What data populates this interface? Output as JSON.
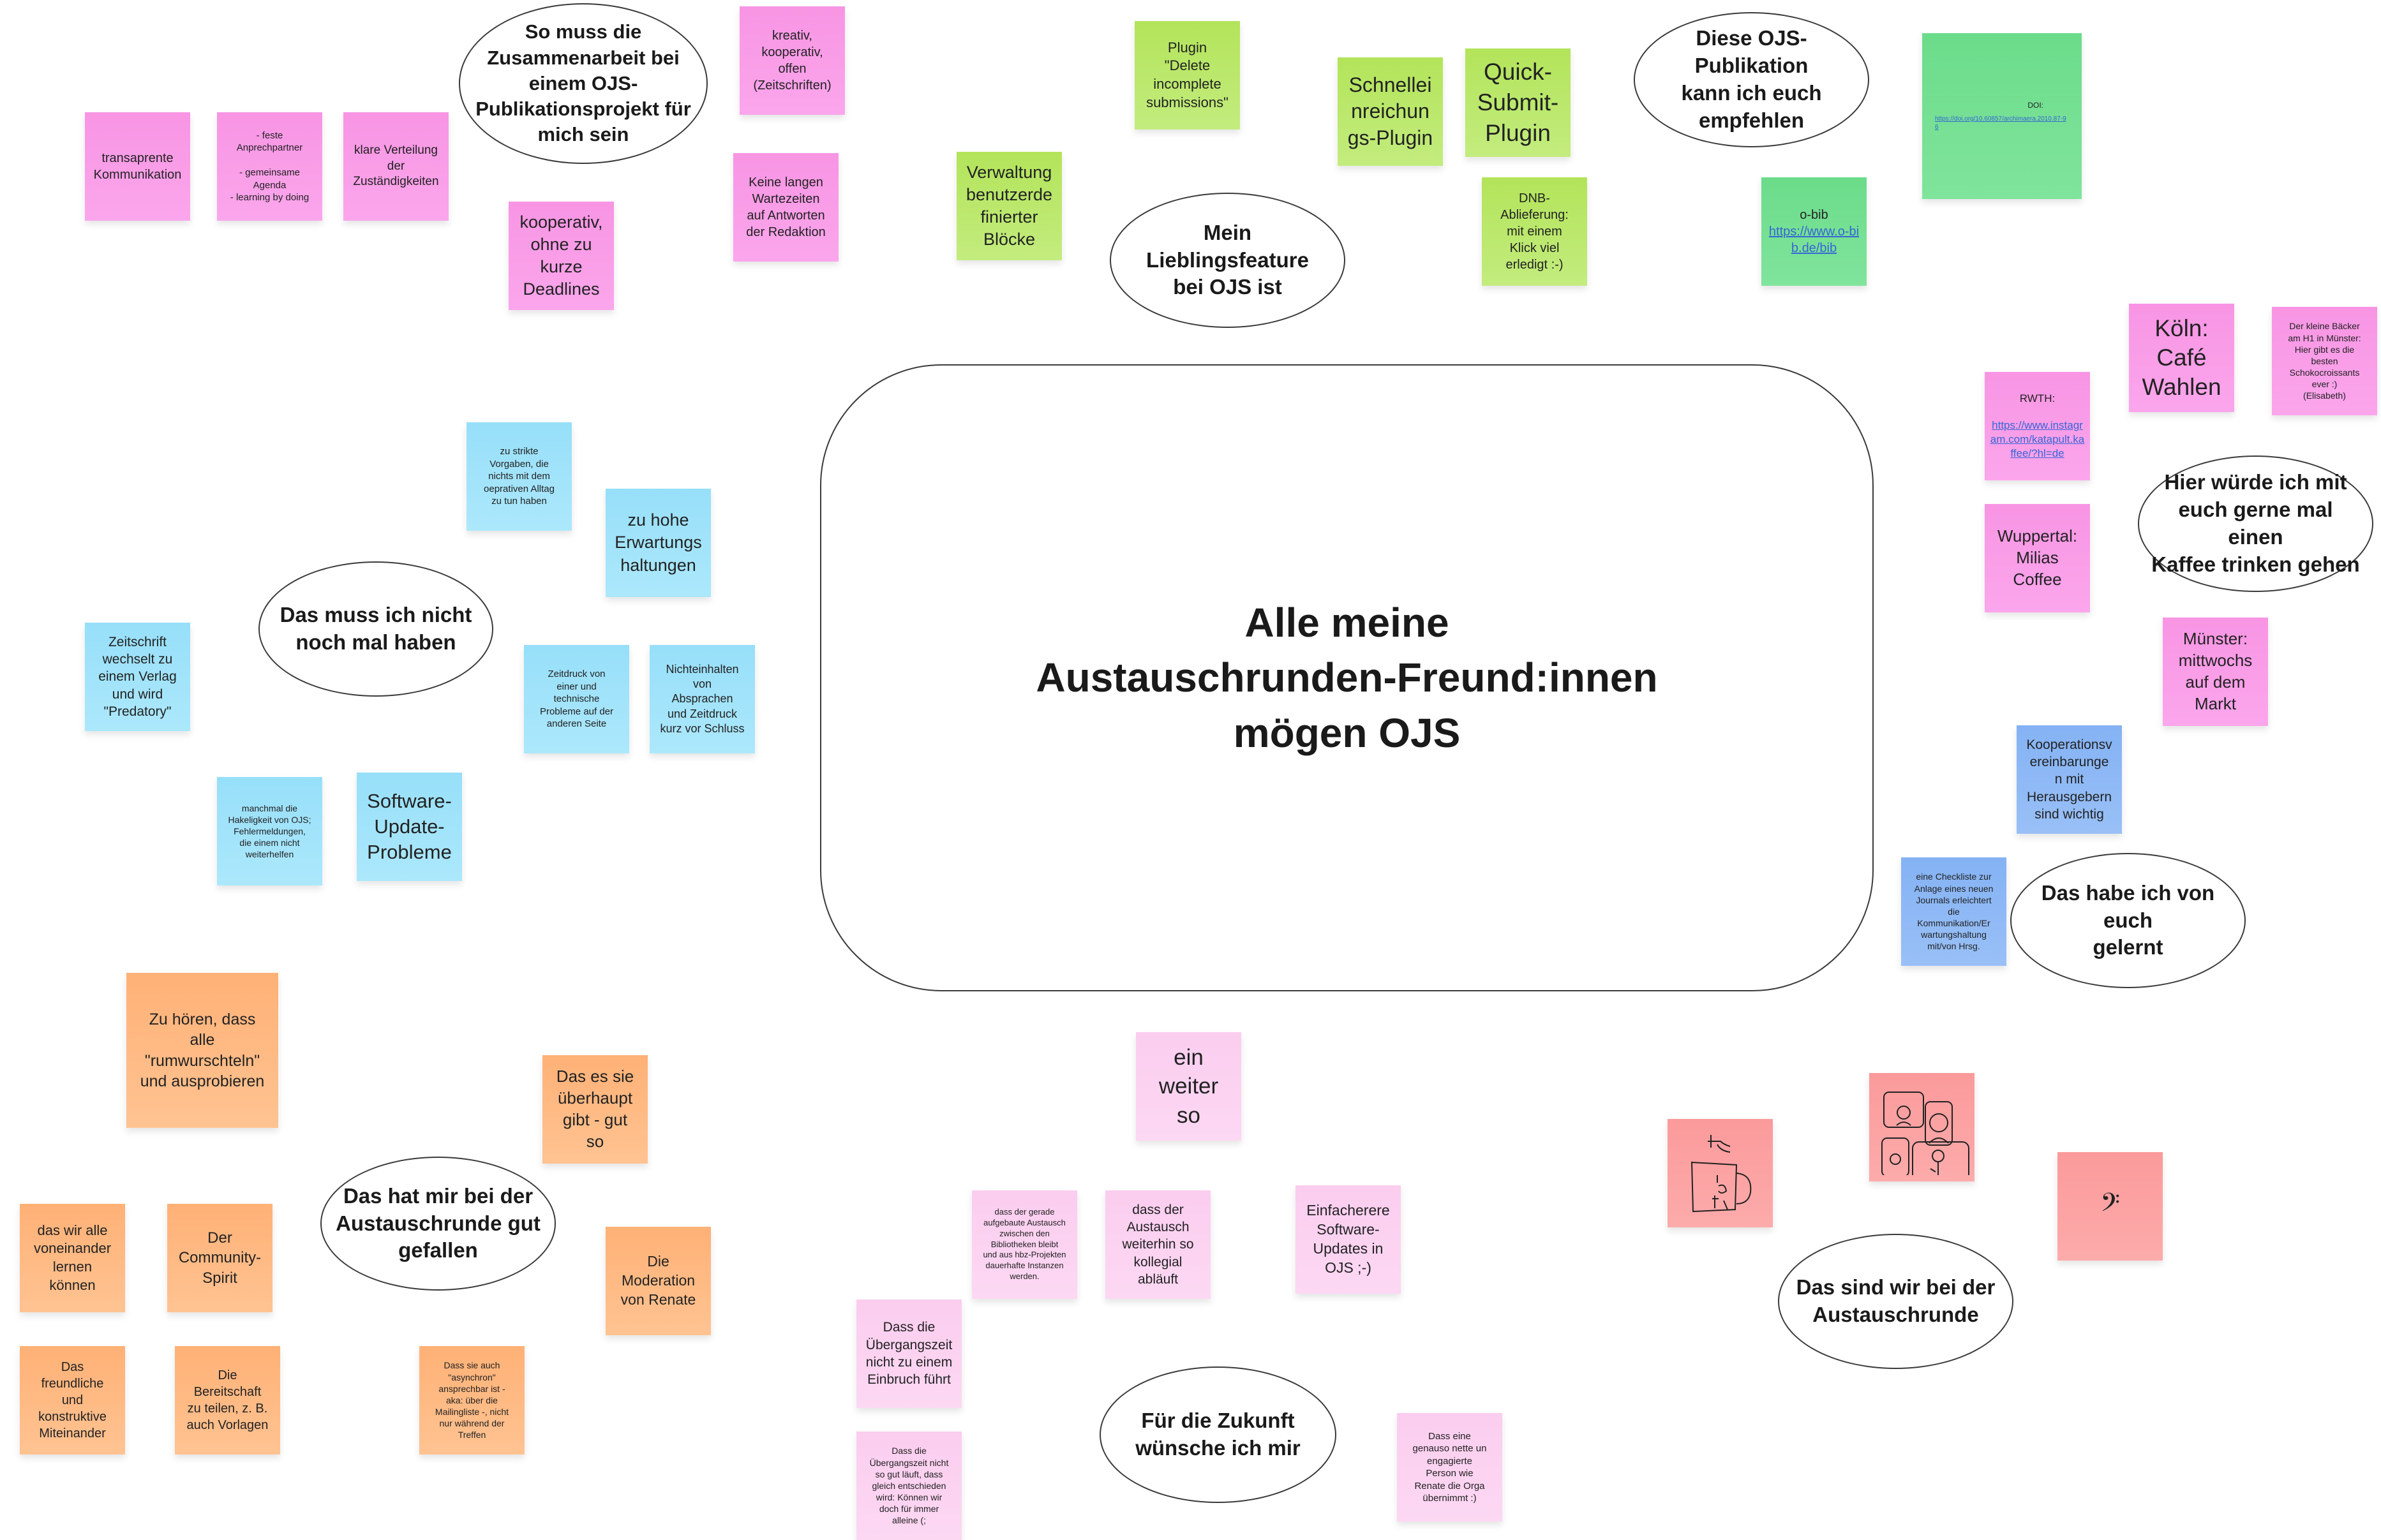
{
  "center": {
    "title": "Alle meine\nAustauschrunden-Freund:innen\nmögen OJS"
  },
  "zusammenarbeit": {
    "title": "So muss die\nZusammenarbeit bei\neinem OJS-\nPublikationsprojekt für\nmich sein",
    "notes": [
      "transaprente Kommunikation",
      "- feste\nAnprechpartner\n\n- gemeinsame\nAgenda\n- learning by doing",
      "klare Verteilung\nder\nZuständigkeiten",
      "kooperativ,\nohne zu\nkurze\nDeadlines",
      "kreativ,\nkooperativ,\noffen\n(Zeitschriften)",
      "Keine langen\nWartezeiten\nauf Antworten\nder Redaktion"
    ]
  },
  "lieblingsfeature": {
    "title": "Mein Lieblingsfeature\nbei OJS ist",
    "notes": [
      "Plugin\n\"Delete\nincomplete\nsubmissions\"",
      "Verwaltung\nbenutzerde\nfinierter\nBlöcke",
      "Schnellei\nnreichun\ngs-Plugin",
      "Quick-\nSubmit-\nPlugin",
      "DNB-\nAblieferung:\nmit einem\nKlick viel\nerledigt :-)"
    ]
  },
  "empfehlen": {
    "title": "Diese OJS-Publikation\nkann ich euch\nempfehlen",
    "doi_label": "DOI:",
    "doi_link": "https://doi.org/10.60857/archimaera.2010.87-96",
    "obib_label": "o-bib",
    "obib_link": "https://www.o-bib.de/bib"
  },
  "kaffee": {
    "title": "Hier würde ich mit\neuch gerne mal einen\nKaffee trinken gehen",
    "notes": [
      "Köln:\nCafé\nWahlen",
      "Der kleine Bäcker\nam H1 in Münster:\nHier gibt es die\nbesten\nSchokocroissants\never :)\n(Elisabeth)",
      "Wuppertal:\nMilias\nCoffee",
      "Münster:\nmittwochs\nauf dem\nMarkt"
    ],
    "rwth_label": "RWTH:",
    "rwth_link": "https://www.instagram.com/katapult.kaffee/?hl=de"
  },
  "nicht_nochmal": {
    "title": "Das muss ich nicht\nnoch mal haben",
    "notes": [
      "zu strikte\nVorgaben, die\nnichts mit dem\noeprativen Alltag\nzu tun haben",
      "zu hohe\nErwartungs\nhaltungen",
      "Zeitschrift\nwechselt zu\neinem Verlag\nund wird\n\"Predatory\"",
      "Zeitdruck von\neiner und\ntechnische\nProbleme auf der\nanderen Seite",
      "Nichteinhalten\nvon\nAbsprachen\nund Zeitdruck\nkurz vor Schluss",
      "manchmal die\nHakeligkeit von OJS;\nFehlermeldungen,\ndie einem nicht\nweiterhelfen",
      "Software-\nUpdate-\nProbleme"
    ]
  },
  "gelernt": {
    "title": "Das habe ich von euch\ngelernt",
    "notes": [
      "Kooperationsv\nereinbarunge\nn mit\nHerausgebern\nsind wichtig",
      "eine Checkliste zur\nAnlage eines neuen\nJournals erleichtert\ndie\nKommunikation/Er\nwartungshaltung\nmit/von Hrsg."
    ]
  },
  "gefallen": {
    "title": "Das hat mir bei der\nAustauschrunde gut\ngefallen",
    "notes": [
      "Zu hören, dass\nalle\n\"rumwurschteln\"\nund ausprobieren",
      "Das es sie\nüberhaupt\ngibt - gut\nso",
      "Die\nModeration\nvon Renate",
      "das wir alle\nvoneinander\nlernen\nkönnen",
      "Der\nCommunity-\nSpirit",
      "Das\nfreundliche\nund\nkonstruktive\nMiteinander",
      "Die\nBereitschaft\nzu teilen, z. B.\nauch Vorlagen",
      "Dass sie auch\n\"asynchron\"\nansprechbar ist -\naka: über die\nMailingliste -, nicht\nnur während der\nTreffen"
    ]
  },
  "zukunft": {
    "title": "Für die Zukunft\nwünsche ich mir",
    "notes": [
      "ein\nweiter\nso",
      "dass der gerade\naufgebaute Austausch\nzwischen den\nBibliotheken bleibt\nund aus hbz-Projekten\ndauerhafte Instanzen\nwerden.",
      "dass der\nAustausch\nweiterhin so\nkollegial\nabläuft",
      "Einfacherere\nSoftware-\nUpdates in\nOJS ;-)",
      "Dass die\nÜbergangszeit\nnicht zu einem\nEinbruch führt",
      "Dass die\nÜbergangszeit nicht\nso gut läuft, dass\ngleich entschieden\nwird: Können wir\ndoch für immer\nalleine (;",
      "Dass eine\ngenauso nette un\nengagierte\nPerson wie\nRenate die Orga\nübernimmt :)"
    ]
  },
  "wir": {
    "title": "Das sind wir bei der\nAustauschrunde",
    "drawings": [
      "coffee-mug-drawing",
      "video-call-drawing",
      "bass-clef-drawing"
    ],
    "bass_clef_glyph": "𝄢"
  }
}
